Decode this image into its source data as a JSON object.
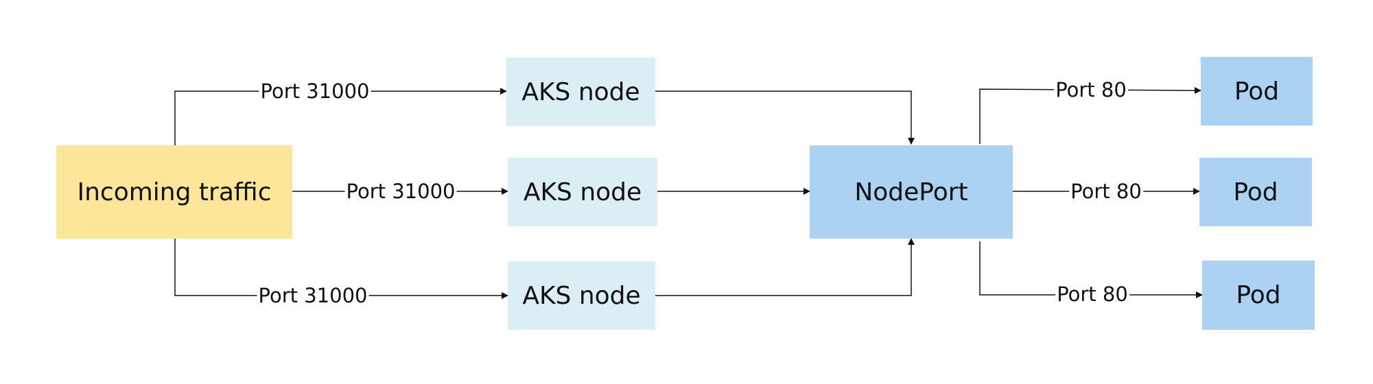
{
  "colors": {
    "source": "#fde599",
    "aks_node": "#dbeef4",
    "nodeport": "#abd2f3",
    "pod": "#abd2f3",
    "line": "#111111"
  },
  "nodes": {
    "incoming": {
      "label": "Incoming traffic"
    },
    "aks1": {
      "label": "AKS node"
    },
    "aks2": {
      "label": "AKS node"
    },
    "aks3": {
      "label": "AKS node"
    },
    "nodeport": {
      "label": "NodePort"
    },
    "pod1": {
      "label": "Pod"
    },
    "pod2": {
      "label": "Pod"
    },
    "pod3": {
      "label": "Pod"
    }
  },
  "edges": {
    "in_aks1": {
      "label": "Port 31000"
    },
    "in_aks2": {
      "label": "Port 31000"
    },
    "in_aks3": {
      "label": "Port 31000"
    },
    "np_pod1": {
      "label": "Port 80"
    },
    "np_pod2": {
      "label": "Port 80"
    },
    "np_pod3": {
      "label": "Port 80"
    }
  }
}
